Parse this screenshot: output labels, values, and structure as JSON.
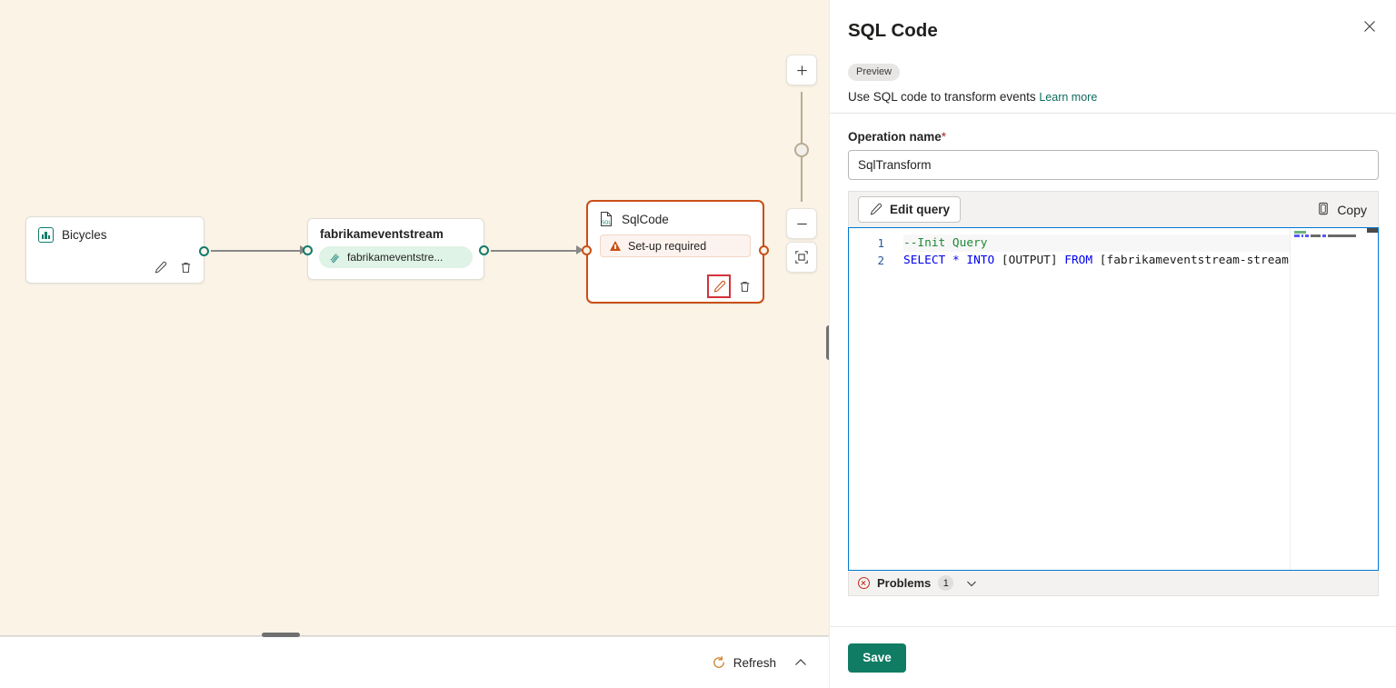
{
  "canvas": {
    "background_color": "#faf3e6",
    "nodes": [
      {
        "id": "bicycles",
        "title": "Bicycles",
        "icon": "bar-chart-icon",
        "accent_color": "#0f7b6c"
      },
      {
        "id": "fabrikameventstream",
        "title": "fabrikameventstream",
        "pill_label": "fabrikameventstre...",
        "pill_icon": "stream-icon",
        "accent_color": "#0f7b6c"
      },
      {
        "id": "sqlcode",
        "title": "SqlCode",
        "icon": "sql-file-icon",
        "status_label": "Set-up required",
        "status_icon": "warning-icon",
        "selected": true,
        "accent_color": "#c94f17"
      }
    ],
    "node_actions": {
      "edit_icon": "pencil-icon",
      "delete_icon": "trash-icon"
    },
    "zoom_controls": {
      "zoom_in_icon": "plus-icon",
      "zoom_out_icon": "minus-icon",
      "fit_icon": "fit-to-screen-icon",
      "slider_icon": "slider-handle"
    },
    "bottom_bar": {
      "refresh_label": "Refresh",
      "refresh_icon": "refresh-icon",
      "collapse_icon": "chevron-up-icon"
    }
  },
  "panel": {
    "title": "SQL Code",
    "close_icon": "close-icon",
    "preview_badge": "Preview",
    "subtitle": "Use SQL code to transform events",
    "learn_more": "Learn more",
    "learn_more_color": "#0f6b5c",
    "operation_name": {
      "label": "Operation name",
      "required_marker": "*",
      "value": "SqlTransform"
    },
    "editor_toolbar": {
      "edit_query_label": "Edit query",
      "edit_query_icon": "pencil-icon",
      "copy_label": "Copy",
      "copy_icon": "copy-icon"
    },
    "editor": {
      "border_color": "#0078d4",
      "lines": [
        {
          "number": "1",
          "current": true,
          "tokens": [
            {
              "text": "--Init Query",
              "type": "comment"
            }
          ]
        },
        {
          "number": "2",
          "current": false,
          "tokens": [
            {
              "text": "SELECT",
              "type": "keyword"
            },
            {
              "text": " ",
              "type": "plain"
            },
            {
              "text": "*",
              "type": "keyword"
            },
            {
              "text": " ",
              "type": "plain"
            },
            {
              "text": "INTO",
              "type": "keyword"
            },
            {
              "text": " [OUTPUT] ",
              "type": "plain"
            },
            {
              "text": "FROM",
              "type": "keyword"
            },
            {
              "text": " [fabrikameventstream-stream]",
              "type": "plain"
            }
          ]
        }
      ]
    },
    "problems": {
      "label": "Problems",
      "count": "1",
      "icon": "error-circle-icon",
      "expand_icon": "chevron-down-icon"
    },
    "footer": {
      "save_label": "Save",
      "save_color": "#107c63"
    }
  }
}
